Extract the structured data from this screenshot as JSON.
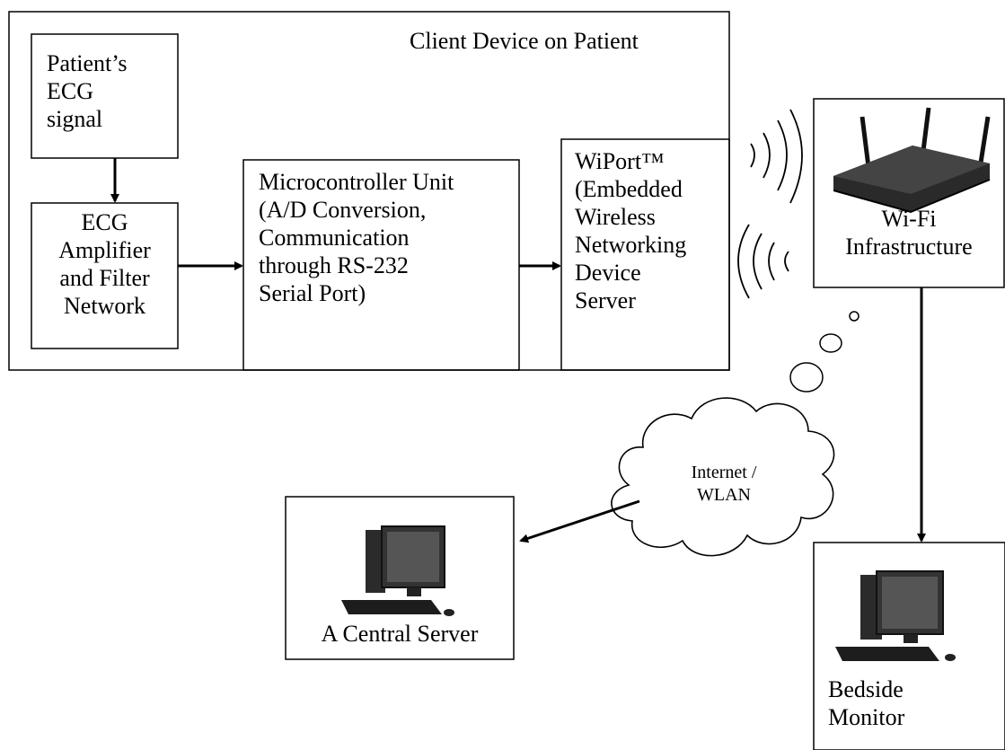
{
  "client_device": {
    "title": "Client Device on Patient"
  },
  "blocks": {
    "ecg_signal": "Patient’s\nECG\nsignal",
    "amplifier": "ECG\nAmplifier\nand Filter\nNetwork",
    "mcu": "Microcontroller Unit\n(A/D Conversion,\nCommunication\nthrough RS-232\nSerial Port)",
    "wiport": "WiPort™\n(Embedded\nWireless\nNetworking\nDevice\nServer"
  },
  "wifi": {
    "label": "Wi-Fi\nInfrastructure",
    "icon": "wifi-router-icon"
  },
  "cloud": {
    "label": "Internet /\nWLAN"
  },
  "central_server": {
    "label": "A Central Server",
    "icon": "desktop-computer-icon"
  },
  "bedside_monitor": {
    "label": "Bedside\nMonitor",
    "icon": "desktop-computer-icon"
  }
}
